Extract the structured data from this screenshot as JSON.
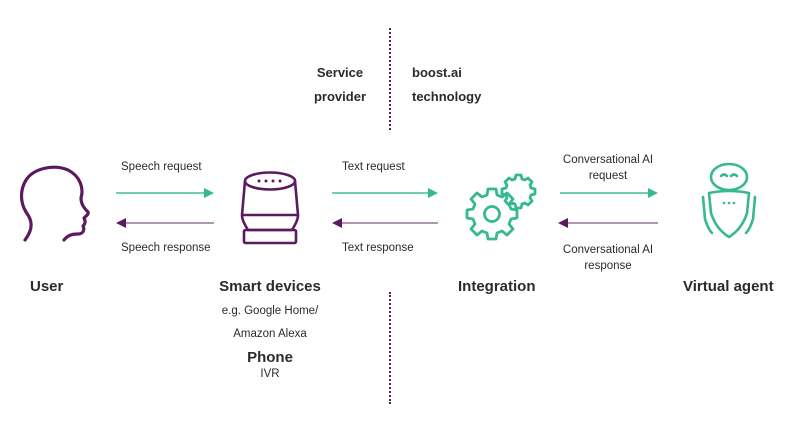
{
  "colors": {
    "purple": "#5b1a5f",
    "purple_light": "#a985a8",
    "teal": "#36b891",
    "teal_line": "#5cc7a6",
    "text": "#2b2b2b"
  },
  "header": {
    "left_line1": "Service",
    "left_line2": "provider",
    "right_line1": "boost.ai",
    "right_line2": "technology"
  },
  "nodes": [
    {
      "id": "user",
      "label": "User",
      "icon": "human-head-icon"
    },
    {
      "id": "smart-devices",
      "label": "Smart devices",
      "icon": "smart-speaker-icon",
      "sub1": "e.g. Google Home/",
      "sub2": "Amazon Alexa",
      "alt_label": "Phone",
      "alt_sub": "IVR"
    },
    {
      "id": "integration",
      "label": "Integration",
      "icon": "gears-icon"
    },
    {
      "id": "virtual-agent",
      "label": "Virtual agent",
      "icon": "robot-icon"
    }
  ],
  "links": [
    {
      "request": "Speech request",
      "response": "Speech response"
    },
    {
      "request": "Text request",
      "response": "Text response"
    },
    {
      "request_line1": "Conversational AI",
      "request_line2": "request",
      "response_line1": "Conversational AI",
      "response_line2": "response"
    }
  ]
}
